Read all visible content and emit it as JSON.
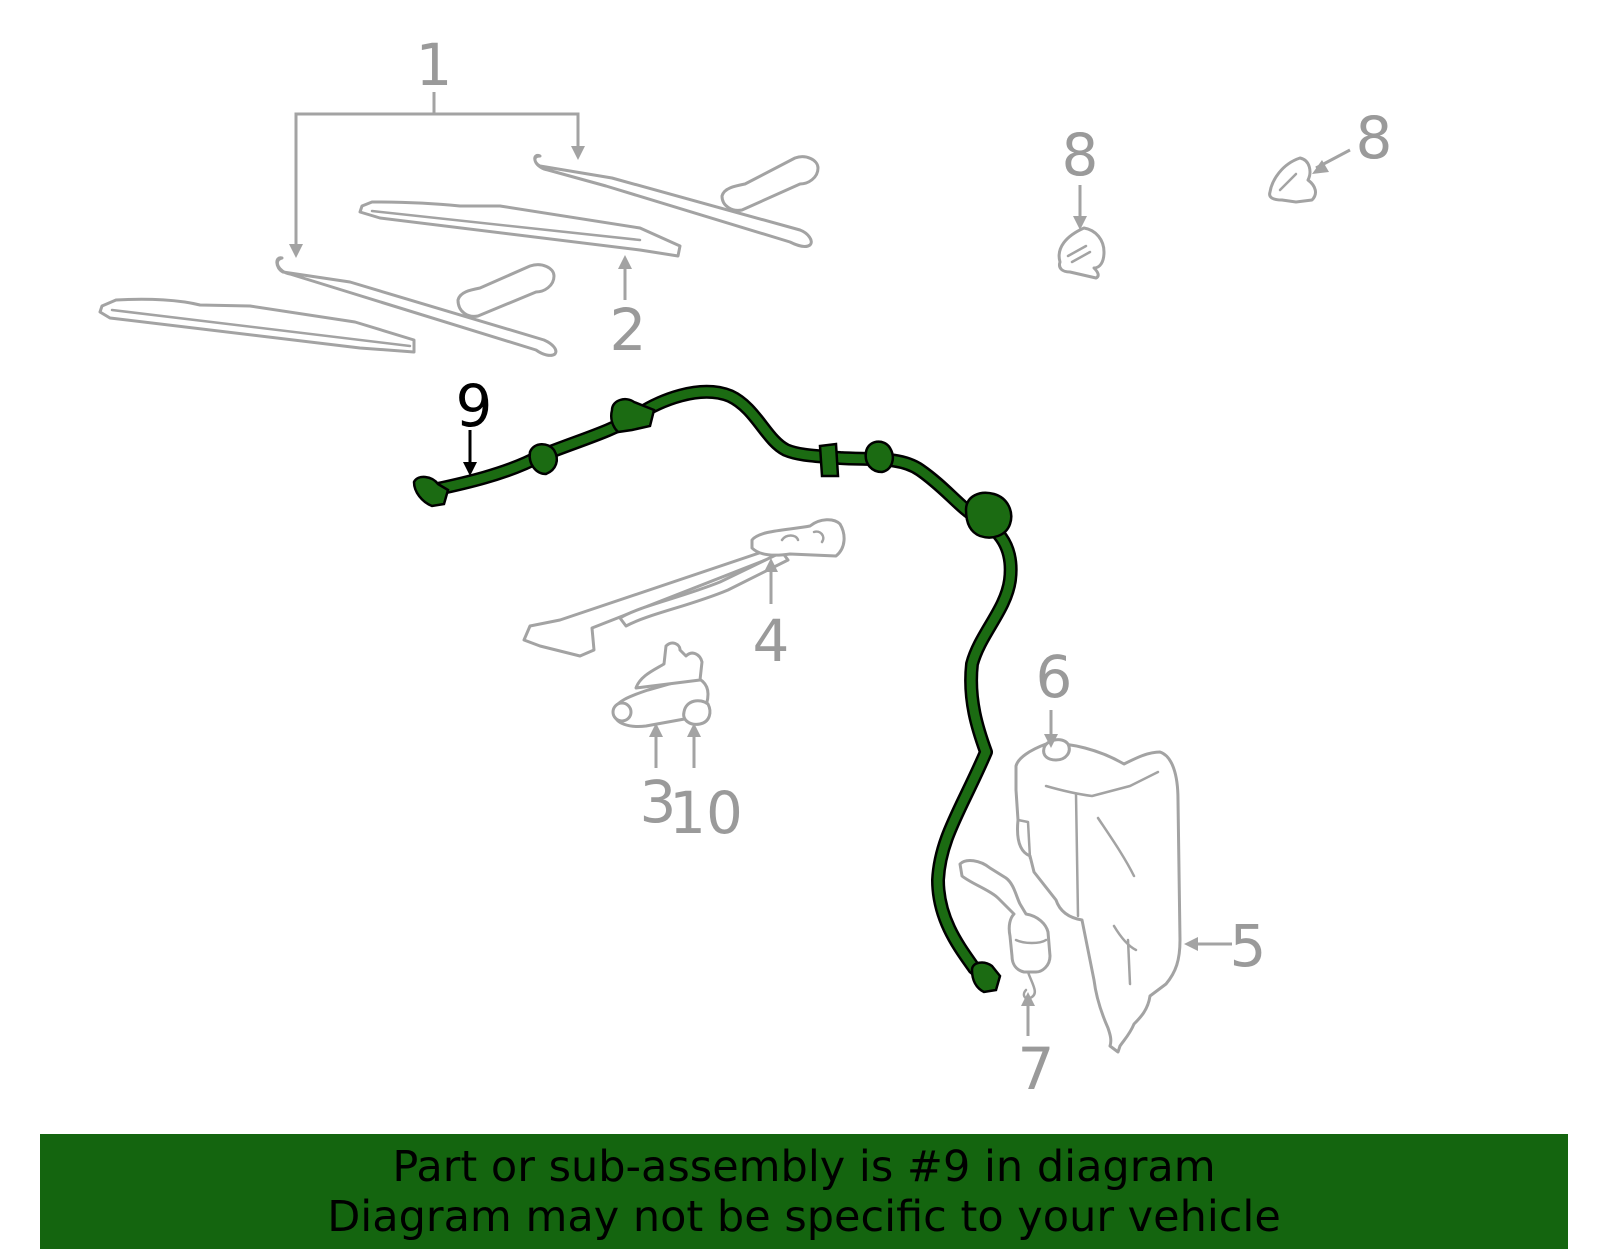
{
  "callouts": {
    "c1": "1",
    "c2": "2",
    "c3": "3",
    "c4": "4",
    "c5": "5",
    "c6": "6",
    "c7": "7",
    "c8a": "8",
    "c8b": "8",
    "c9": "9",
    "c10": "10"
  },
  "highlight": {
    "part_number": "9",
    "color": "#1b6b12"
  },
  "banner": {
    "line1": "Part or sub-assembly is #9 in diagram",
    "line2": "Diagram may not be specific to your vehicle",
    "background": "#14650f"
  }
}
